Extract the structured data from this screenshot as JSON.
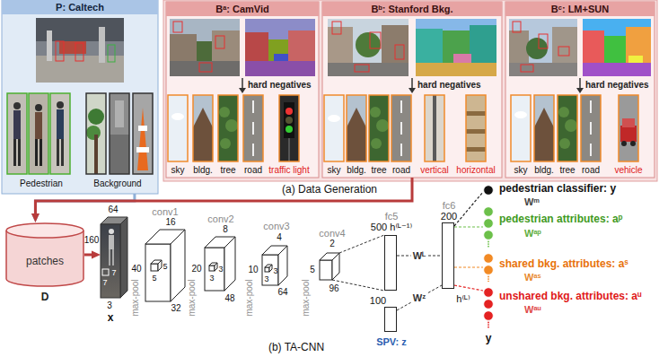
{
  "diagram": {
    "nodes": [
      {
        "text": [
          "P: Caltech"
        ]
      },
      {
        "text": [
          "Bᵃ: CamVid"
        ]
      },
      {
        "text": [
          "Bᵇ: Stanford Bkg."
        ]
      },
      {
        "text": [
          "Bᶜ: LM+SUN"
        ]
      },
      {
        "text": [
          "patches",
          "D"
        ]
      },
      {
        "text": [
          "x"
        ]
      },
      {
        "text": [
          "fc5",
          "500 h⁽ᴸ⁻¹⁾"
        ]
      },
      {
        "text": [
          "100",
          "SPV: z"
        ]
      },
      {
        "text": [
          "fc6",
          "200",
          "h⁽ᴸ⁾"
        ]
      },
      {
        "text": [
          "pedestrian classifier: y",
          "Wᵐ"
        ]
      },
      {
        "text": [
          "pedestrian attributes: aᵖ",
          "Wᵃᵖ"
        ]
      },
      {
        "text": [
          "shared bkg. attributes: aˢ",
          "Wᵃˢ"
        ]
      },
      {
        "text": [
          "unshared bkg. attributes: aᵘ",
          "Wᵃᵘ"
        ]
      }
    ],
    "edges": [
      {
        "from": 0,
        "to": 4,
        "arrow": "to"
      },
      {
        "from": 2,
        "to": 4,
        "arrow": "to"
      },
      {
        "from": 4,
        "to": 5,
        "arrow": "to"
      },
      {
        "from": 6,
        "to": 8,
        "arrow": "none",
        "label": "Wᴸ"
      },
      {
        "from": 7,
        "to": 8,
        "arrow": "none",
        "label": "Wᶻ"
      },
      {
        "from": 8,
        "to": 9,
        "arrow": "none"
      },
      {
        "from": 8,
        "to": 10,
        "arrow": "none"
      },
      {
        "from": 8,
        "to": 11,
        "arrow": "none"
      },
      {
        "from": 8,
        "to": 12,
        "arrow": "none"
      }
    ],
    "labels": [
      "Pedestrian",
      "Background",
      "hard negatives",
      "sky",
      "bldg.",
      "tree",
      "road",
      "traffic light",
      "hard negatives",
      "sky",
      "bldg.",
      "tree",
      "road",
      "vertical",
      "horizontal",
      "hard negatives",
      "sky",
      "bldg.",
      "tree",
      "road",
      "vehicle",
      "(a) Data Generation",
      "64",
      "160",
      "3",
      "7",
      "7",
      "conv1",
      "16",
      "40",
      "5",
      "5",
      "32",
      "max-pool",
      "conv2",
      "8",
      "20",
      "3",
      "3",
      "48",
      "max-pool",
      "conv3",
      "4",
      "10",
      "3",
      "3",
      "64",
      "max-pool",
      "conv4",
      "2",
      "5",
      "96",
      "max-pool",
      "y",
      "(b) TA-CNN"
    ]
  }
}
